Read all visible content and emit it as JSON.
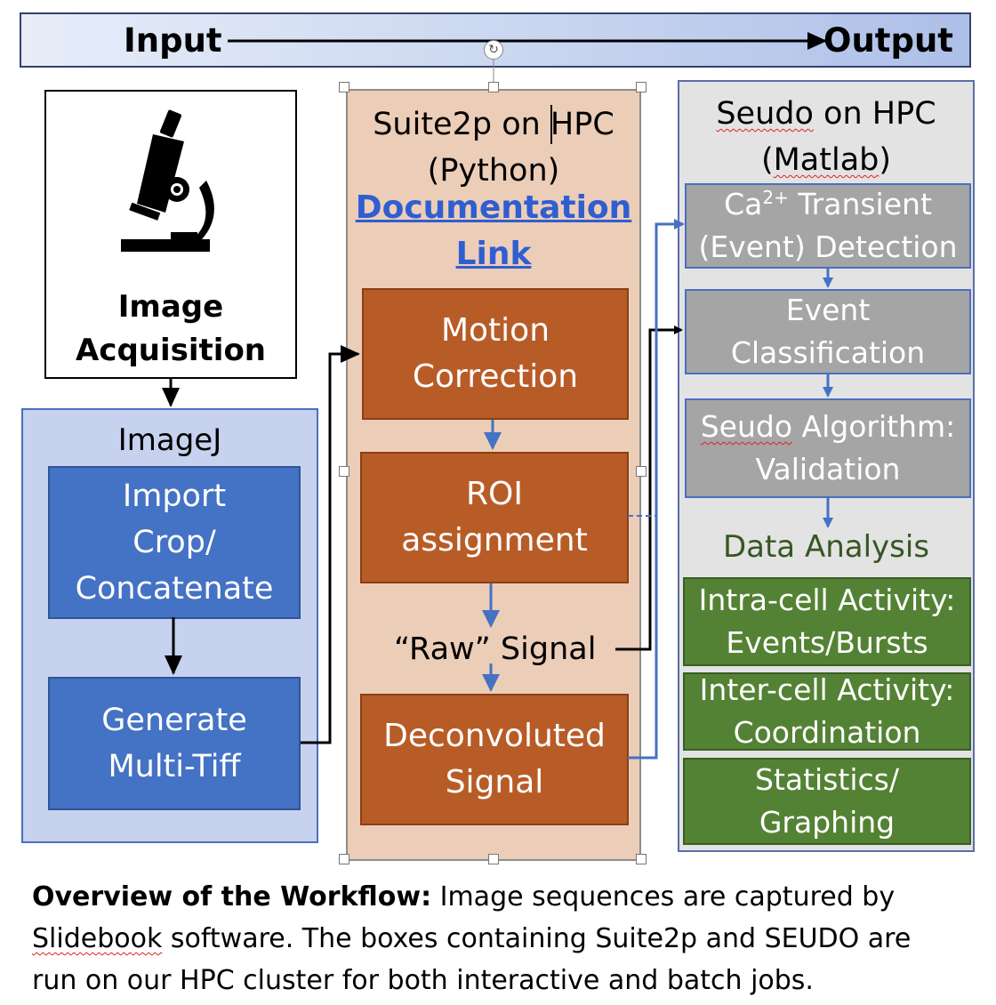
{
  "banner": {
    "input_label": "Input",
    "output_label": "Output"
  },
  "acquisition": {
    "title_line1": "Image",
    "title_line2": "Acquisition"
  },
  "imagej": {
    "title": "ImageJ",
    "step1": {
      "line1": "Import",
      "line2": "Crop/",
      "line3": "Concatenate"
    },
    "step2": {
      "line1": "Generate",
      "line2": "Multi-Tiff"
    }
  },
  "suite2p": {
    "title_line1": "Suite2p on HPC",
    "title_line2": "(Python)",
    "doc_link_line1": "Documentation",
    "doc_link_line2": "Link",
    "motion": {
      "line1": "Motion",
      "line2": "Correction"
    },
    "roi": {
      "line1": "ROI",
      "line2": "assignment"
    },
    "raw_signal": "“Raw” Signal",
    "deconv": {
      "line1": "Deconvoluted",
      "line2": "Signal"
    }
  },
  "seudo": {
    "title_word": "Seudo",
    "title_rest": " on HPC",
    "title_line2_open": "(",
    "title_line2_word": "Matlab",
    "title_line2_close": ")",
    "transient": {
      "ca": "Ca",
      "sup": "2+",
      "rest": " Transient",
      "line2": "(Event) Detection"
    },
    "classification": {
      "line1": "Event",
      "line2": "Classification"
    },
    "algorithm": {
      "word": "Seudo",
      "rest": " Algorithm:",
      "line2": "Validation"
    },
    "data_analysis": "Data Analysis",
    "intra": {
      "line1": "Intra-cell Activity:",
      "line2": "Events/Bursts"
    },
    "inter": {
      "line1": "Inter-cell Activity:",
      "line2": "Coordination"
    },
    "stats": {
      "line1": "Statistics/",
      "line2": "Graphing"
    }
  },
  "caption": {
    "bold": "Overview of the Workflow:",
    "part1": " Image sequences are captured by",
    "word": "Slidebook",
    "part2": " software. The boxes containing Suite2p and SEUDO are",
    "line3": "run on our HPC cluster for both interactive and batch jobs."
  },
  "icons": {
    "acquisition": "microscope-icon",
    "rotate": "rotate-handle-icon"
  },
  "colors": {
    "blue_box": "#4472c4",
    "orange_box": "#b85c27",
    "gray_box": "#a5a5a5",
    "green_box": "#548235",
    "suite2p_panel": "#eccdb8",
    "imagej_panel": "#c6d2ee",
    "seudo_panel": "#e3e3e3",
    "link": "#2f5ed0",
    "data_analysis": "#375623"
  }
}
